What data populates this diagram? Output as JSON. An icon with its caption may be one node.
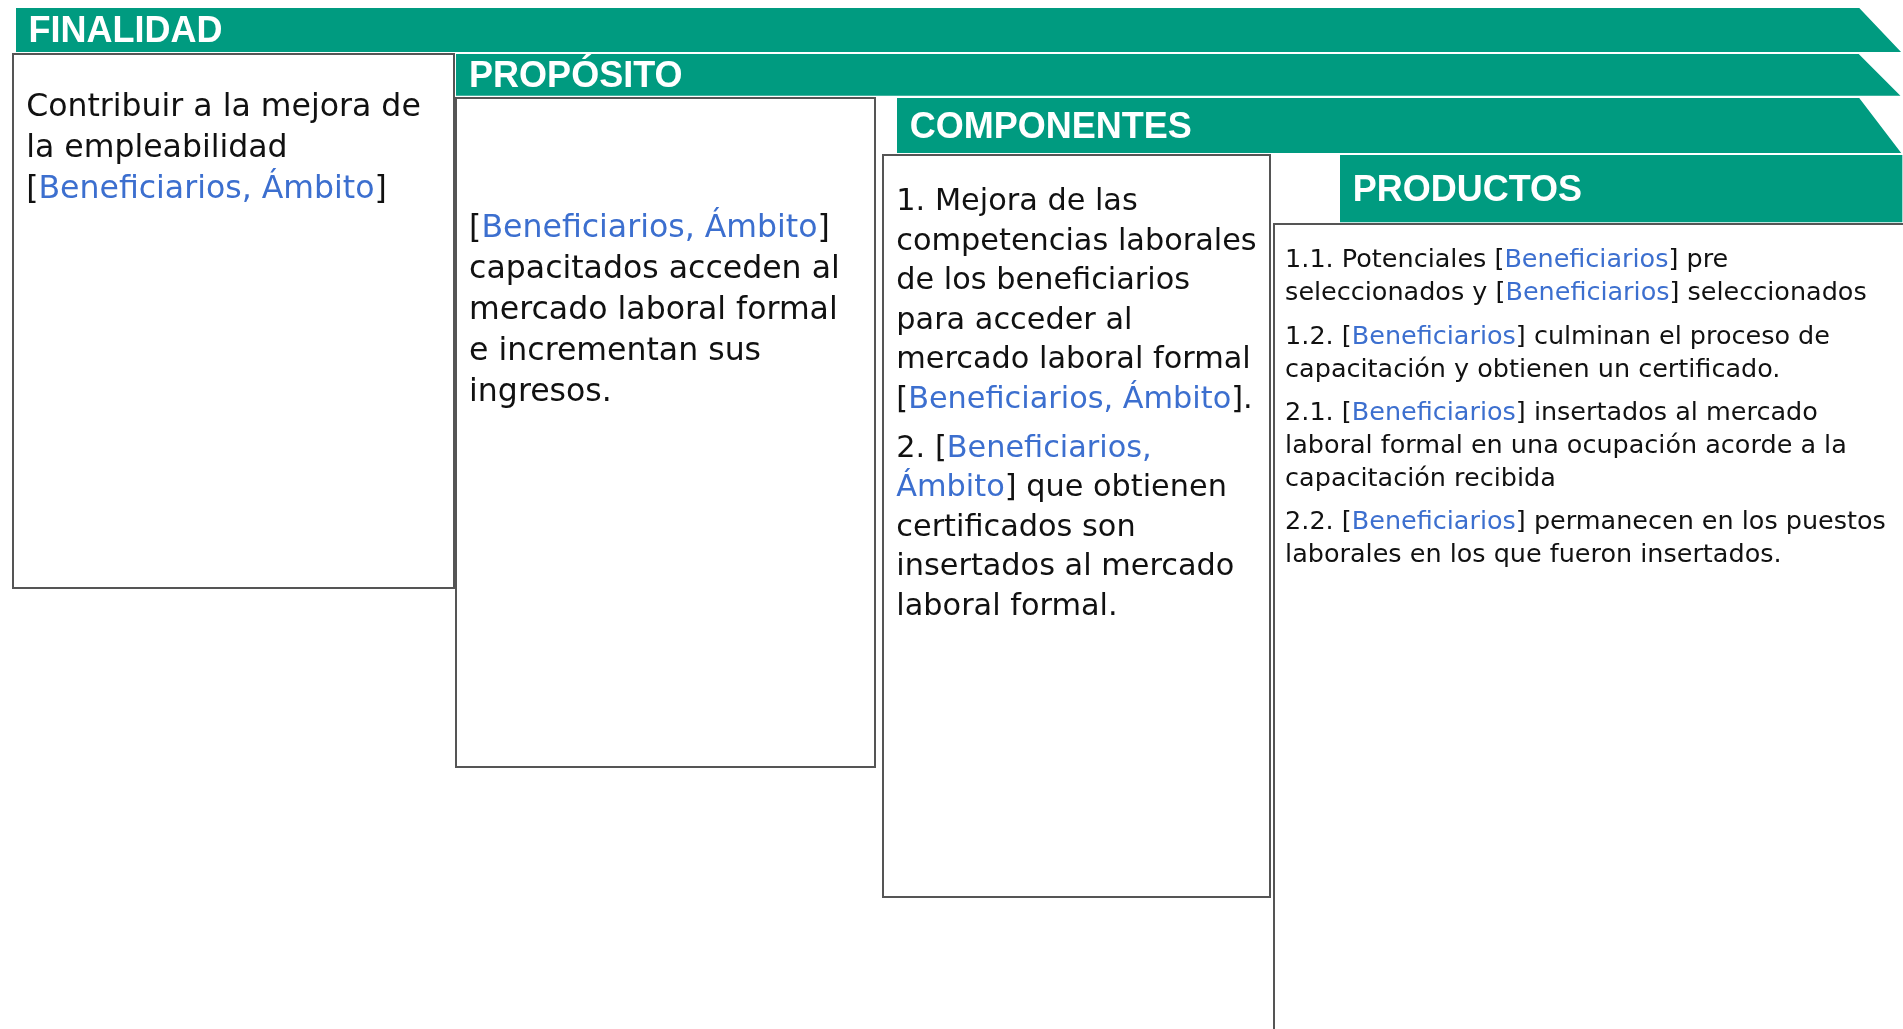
{
  "diagram": {
    "nodes": [
      {
        "text": [
          "FINALIDAD"
        ]
      },
      {
        "text": [
          "Contribuir a la mejora de la empleabilidad [Beneficiarios, Ámbito]"
        ]
      },
      {
        "text": [
          "PROPÓSITO"
        ]
      },
      {
        "text": [
          "[Beneficiarios, Ámbito] capacitados acceden al mercado laboral formal e incrementan sus ingresos."
        ]
      },
      {
        "text": [
          "COMPONENTES"
        ]
      },
      {
        "text": [
          "1. Mejora de las competencias laborales de los beneficiarios para acceder al mercado laboral formal [Beneficiarios, Ámbito].",
          "2. [Beneficiarios, Ámbito] que obtienen certificados son insertados al mercado laboral formal."
        ]
      },
      {
        "text": [
          "PRODUCTOS"
        ]
      },
      {
        "text": [
          "1.1. Potenciales [Beneficiarios] pre seleccionados y [Beneficiarios] seleccionados",
          "1.2. [Beneficiarios] culminan el proceso de capacitación y obtienen un certificado.",
          "2.1. [Beneficiarios] insertados al mercado laboral formal en una ocupación acorde a la capacitación recibida",
          "2.2. [Beneficiarios] permanecen en los puestos laborales en los que fueron insertados."
        ]
      }
    ]
  }
}
